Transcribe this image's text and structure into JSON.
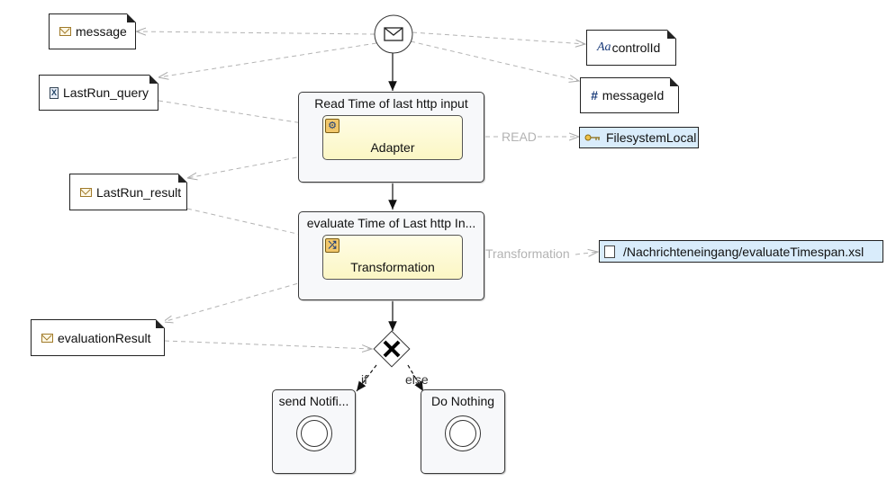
{
  "start_event": {
    "icon": "envelope-icon"
  },
  "notes": {
    "message": "message",
    "lastrun_query": "LastRun_query",
    "lastrun_result": "LastRun_result",
    "evaluation_result": "evaluationResult",
    "control_id": "controlId",
    "message_id": "messageId"
  },
  "resources": {
    "filesystem": "FilesystemLocal",
    "xsl_path": "/Nachrichteneingang/evaluateTimespan.xsl"
  },
  "subprocesses": {
    "read": {
      "title": "Read Time of last http input",
      "task": "Adapter"
    },
    "evaluate": {
      "title": "evaluate Time of Last http In...",
      "task": "Transformation"
    },
    "send": {
      "title": "send Notifi..."
    },
    "nothing": {
      "title": "Do Nothing"
    }
  },
  "edge_labels": {
    "read": "READ",
    "transformation": "Transformation",
    "if": "if",
    "else": "else"
  },
  "colors": {
    "task_fill": "#fffcd4",
    "resource_fill": "#d9ecfb",
    "subprocess_fill": "#f7f8fa",
    "dashed_line": "#b0b0b0"
  }
}
